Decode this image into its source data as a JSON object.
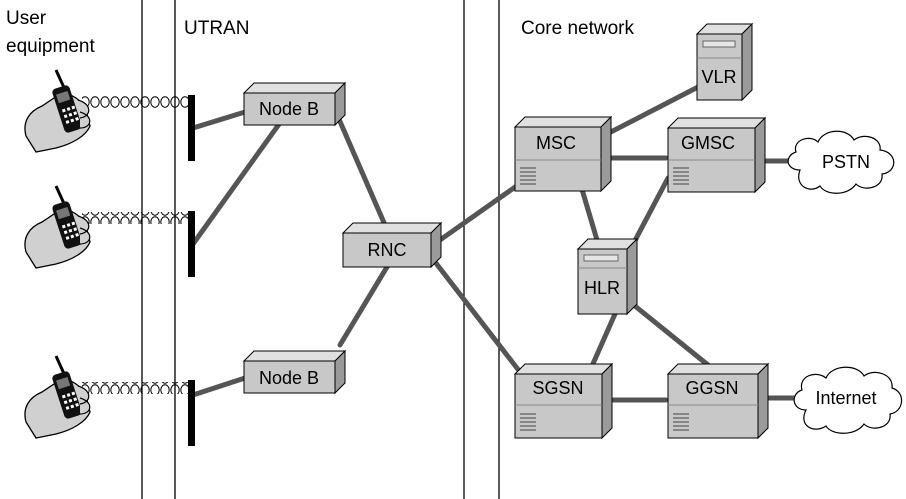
{
  "regions": {
    "user_equipment": [
      "User",
      "equipment"
    ],
    "utran": "UTRAN",
    "core_network": "Core network"
  },
  "nodes": {
    "node_b_top": "Node B",
    "node_b_bottom": "Node B",
    "rnc": "RNC",
    "msc": "MSC",
    "gmsc": "GMSC",
    "vlr": "VLR",
    "hlr": "HLR",
    "sgsn": "SGSN",
    "ggsn": "GGSN"
  },
  "clouds": {
    "pstn": "PSTN",
    "internet": "Internet"
  },
  "colors": {
    "box_front": "#c8c8c8",
    "box_top": "#e0e0e0",
    "box_side": "#9a9a9a",
    "link": "#555555",
    "antenna": "#000000",
    "hand": "#d0d0d0",
    "phone": "#111111"
  }
}
